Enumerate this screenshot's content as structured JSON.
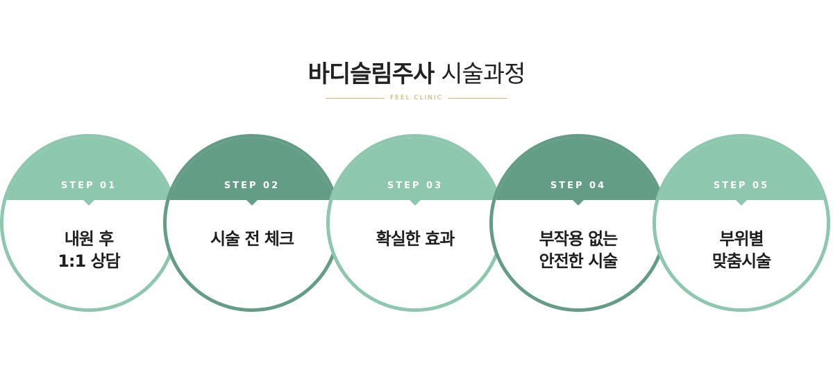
{
  "header": {
    "title_bold": "바디슬림주사",
    "title_light": "시술과정",
    "subtitle": "FEEL CLINIC"
  },
  "colors": {
    "light_green": "#8cc7ae",
    "dark_green": "#649d86",
    "gold": "#c9a94f"
  },
  "steps": [
    {
      "label": "STEP 01",
      "line1": "내원 후",
      "line2": "1:1 상담",
      "tone": "light"
    },
    {
      "label": "STEP 02",
      "line1": "시술 전 체크",
      "line2": "",
      "tone": "dark"
    },
    {
      "label": "STEP 03",
      "line1": "확실한 효과",
      "line2": "",
      "tone": "light"
    },
    {
      "label": "STEP 04",
      "line1": "부작용 없는",
      "line2": "안전한 시술",
      "tone": "dark"
    },
    {
      "label": "STEP 05",
      "line1": "부위별",
      "line2": "맞춤시술",
      "tone": "light"
    }
  ]
}
